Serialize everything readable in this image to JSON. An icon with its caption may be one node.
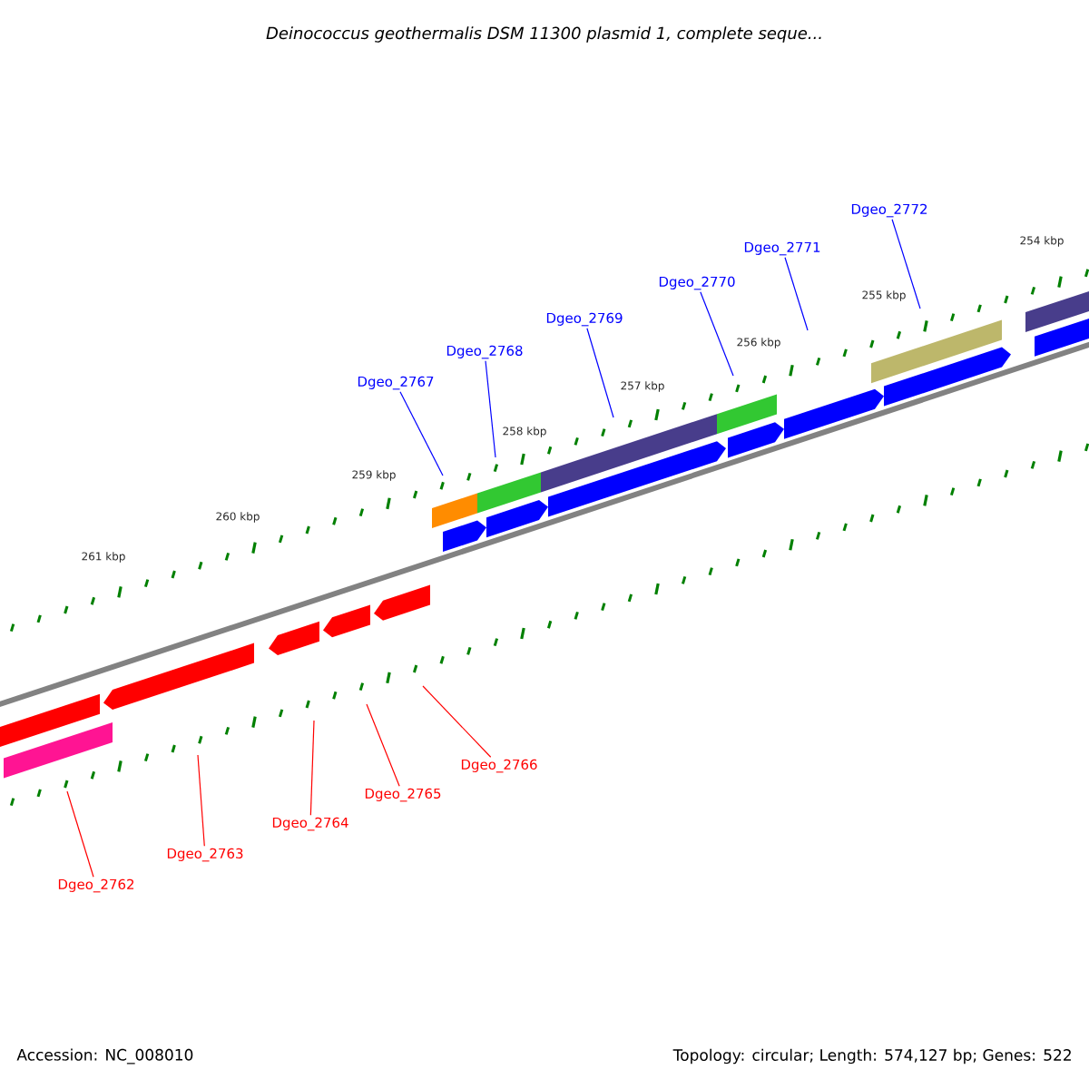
{
  "diagram": {
    "title": "Deinococcus geothermalis DSM 11300 plasmid 1, complete seque...",
    "nodes": [
      {
        "text": [
          "Dgeo_2772"
        ]
      },
      {
        "text": [
          "Dgeo_2771"
        ]
      },
      {
        "text": [
          "Dgeo_2770"
        ]
      },
      {
        "text": [
          "Dgeo_2769"
        ]
      },
      {
        "text": [
          "Dgeo_2768"
        ]
      },
      {
        "text": [
          "Dgeo_2767"
        ]
      },
      {
        "text": [
          "Dgeo_2766"
        ]
      },
      {
        "text": [
          "Dgeo_2765"
        ]
      },
      {
        "text": [
          "Dgeo_2764"
        ]
      },
      {
        "text": [
          "Dgeo_2763"
        ]
      },
      {
        "text": [
          "Dgeo_2762"
        ]
      }
    ],
    "edges": [
      {
        "from": 0,
        "to": null,
        "arrow": "none"
      },
      {
        "from": 1,
        "to": null,
        "arrow": "none"
      },
      {
        "from": 2,
        "to": null,
        "arrow": "none"
      },
      {
        "from": 3,
        "to": null,
        "arrow": "none"
      },
      {
        "from": 4,
        "to": null,
        "arrow": "none"
      },
      {
        "from": 5,
        "to": null,
        "arrow": "none"
      },
      {
        "from": 6,
        "to": null,
        "arrow": "none",
        "color": "#ff0000"
      },
      {
        "from": 7,
        "to": null,
        "arrow": "none",
        "color": "#ff0000"
      },
      {
        "from": 8,
        "to": null,
        "arrow": "none",
        "color": "#ff0000"
      },
      {
        "from": 9,
        "to": null,
        "arrow": "none",
        "color": "#ff0000"
      },
      {
        "from": 10,
        "to": null,
        "arrow": "none",
        "color": "#ff0000"
      }
    ],
    "labels": [
      "254 kbp",
      "255 kbp",
      "256 kbp",
      "257 kbp",
      "258 kbp",
      "259 kbp",
      "260 kbp",
      "261 kbp",
      "Accession: NC_008010",
      "Topology: circular; Length: 574,127 bp; Genes: 522"
    ]
  }
}
